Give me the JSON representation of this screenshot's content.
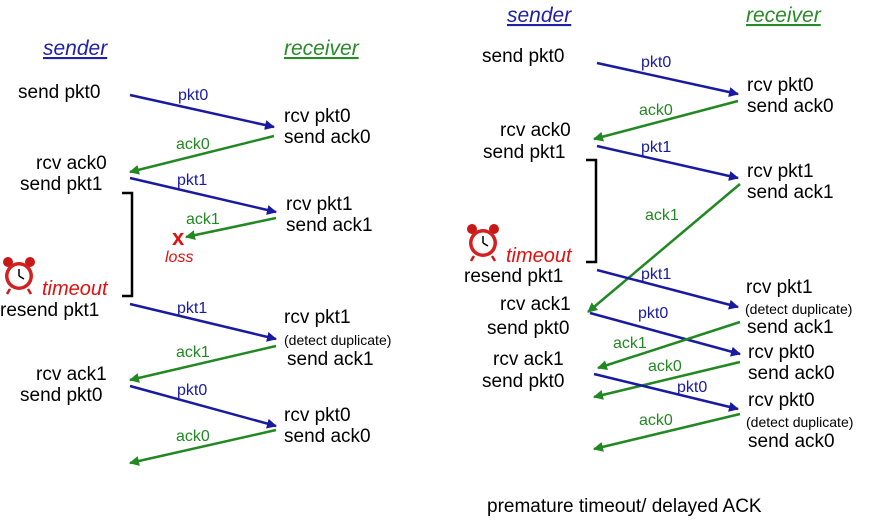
{
  "left": {
    "sender_header": "sender",
    "receiver_header": "receiver",
    "s1": "send pkt0",
    "r1a": "rcv pkt0",
    "r1b": "send ack0",
    "s2a": "rcv ack0",
    "s2b": "send pkt1",
    "r2a": "rcv pkt1",
    "r2b": "send ack1",
    "loss": "loss",
    "timeout": "timeout",
    "s3": "resend pkt1",
    "r3a": "rcv pkt1",
    "r3b": "(detect duplicate)",
    "r3c": "send ack1",
    "s4a": "rcv ack1",
    "s4b": "send pkt0",
    "r4a": "rcv pkt0",
    "r4b": "send ack0",
    "arrows": {
      "pkt0": "pkt0",
      "ack0": "ack0",
      "pkt1": "pkt1",
      "ack1": "ack1",
      "pkt1b": "pkt1",
      "ack1b": "ack1",
      "pkt0b": "pkt0",
      "ack0b": "ack0"
    }
  },
  "right": {
    "sender_header": "sender",
    "receiver_header": "receiver",
    "s1": "send pkt0",
    "r1a": "rcv pkt0",
    "r1b": "send ack0",
    "s2a": "rcv ack0",
    "s2b": "send pkt1",
    "r2a": "rcv pkt1",
    "r2b": "send ack1",
    "timeout": "timeout",
    "s3": "resend pkt1",
    "r3a": "rcv pkt1",
    "r3b": "(detect duplicate)",
    "r3c": "send ack1",
    "s4a": "rcv ack1",
    "s4b": "send pkt0",
    "r4a": "rcv pkt0",
    "r4b": "send ack0",
    "s5a": "rcv ack1",
    "s5b": "send pkt0",
    "r5a": "rcv pkt0",
    "r5b": "(detect duplicate)",
    "r5c": "send ack0",
    "arrows": {
      "pkt0": "pkt0",
      "ack0": "ack0",
      "pkt1": "pkt1",
      "ack1": "ack1",
      "pkt1b": "pkt1",
      "pkt0b": "pkt0",
      "ack1b": "ack1",
      "ack0b": "ack0",
      "pkt0c": "pkt0",
      "ack0c": "ack0"
    },
    "caption": "premature timeout/ delayed ACK"
  },
  "colors": {
    "packet": "#1a1aa0",
    "ack": "#228822",
    "timeout": "#e01010"
  }
}
